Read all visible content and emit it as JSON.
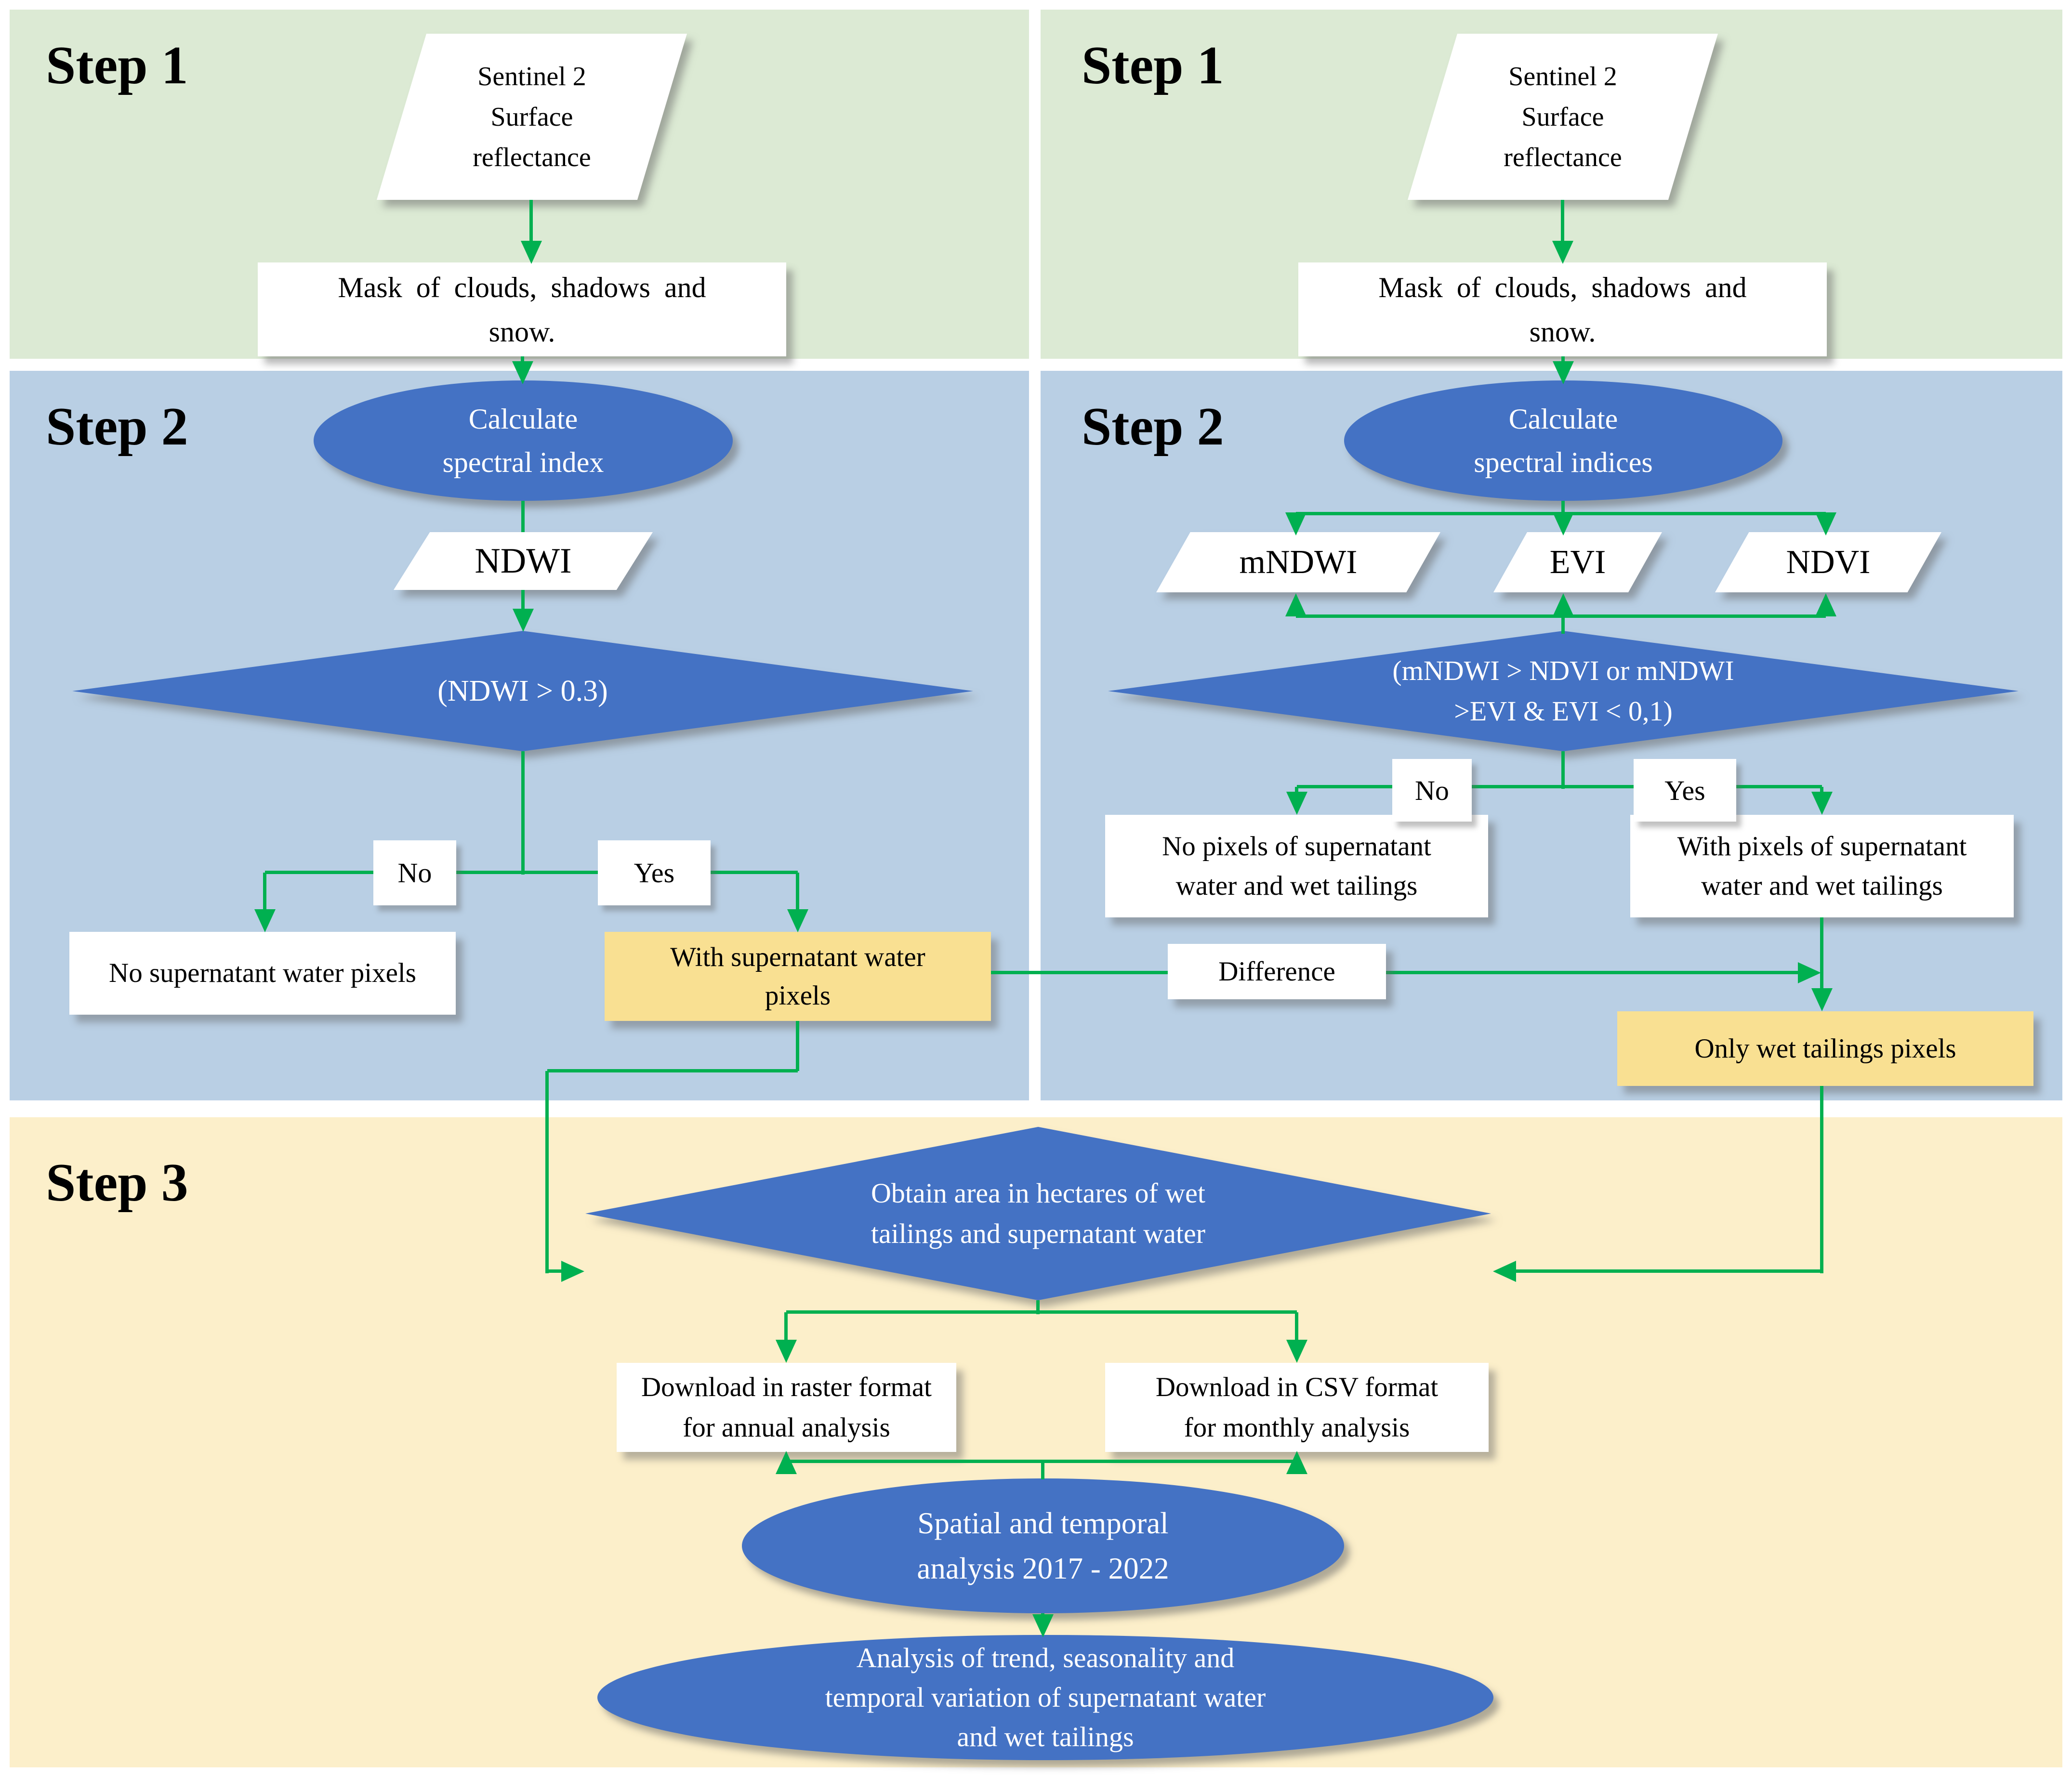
{
  "colors": {
    "panel_green": "#dcead4",
    "panel_blue": "#b9cfe4",
    "panel_cream": "#fcefca",
    "shape_blue": "#4472c4",
    "highlight_yellow": "#f9e092",
    "arrow_green": "#00b050",
    "text_dark": "#000000",
    "text_light": "#ffffff"
  },
  "steps": {
    "step1": "Step 1",
    "step2": "Step 2",
    "step3": "Step 3"
  },
  "left": {
    "source": "Sentinel 2\nSurface\nreflectance",
    "mask": "Mask of clouds, shadows and\nsnow.",
    "calculate": "Calculate\nspectral index",
    "index": "NDWI",
    "decision": "(NDWI > 0.3)",
    "no": "No",
    "yes": "Yes",
    "no_result": "No supernatant water pixels",
    "yes_result": "With supernatant water\npixels"
  },
  "right": {
    "source": "Sentinel 2\nSurface\nreflectance",
    "mask": "Mask of clouds, shadows and\nsnow.",
    "calculate": "Calculate\nspectral indices",
    "indices": [
      "mNDWI",
      "EVI",
      "NDVI"
    ],
    "decision": "(mNDWI > NDVI or mNDWI\n>EVI & EVI < 0,1)",
    "no": "No",
    "yes": "Yes",
    "no_result": "No pixels of supernatant\nwater and wet tailings",
    "yes_result": "With pixels of supernatant\nwater and wet tailings",
    "difference": "Difference",
    "only_wet": "Only wet tailings pixels"
  },
  "step3": {
    "decision": "Obtain area in hectares of wet\ntailings and supernatant water",
    "raster": "Download in raster format\nfor annual analysis",
    "csv": "Download in CSV format\nfor monthly analysis",
    "spatial": "Spatial and temporal\nanalysis 2017 - 2022",
    "trend": "Analysis of trend, seasonality and\ntemporal variation of supernatant water\nand wet tailings"
  }
}
